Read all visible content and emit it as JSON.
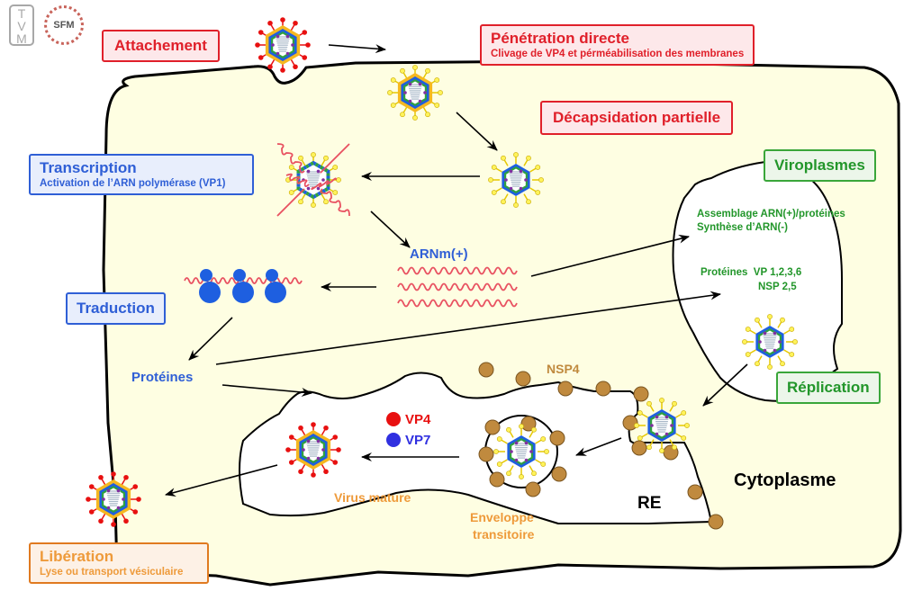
{
  "logos": {
    "tvm": [
      "T",
      "V",
      "M"
    ],
    "sfm": "SFM"
  },
  "steps": {
    "attachement": {
      "title": "Attachement"
    },
    "penetration": {
      "title": "Pénétration directe",
      "subtitle": "Clivage de VP4 et pérméabilisation des membranes"
    },
    "decapsidation": {
      "title": "Décapsidation partielle"
    },
    "transcription": {
      "title": "Transcription",
      "subtitle": "Activation de l’ARN polymérase (VP1)"
    },
    "traduction": {
      "title": "Traduction"
    },
    "viroplasmes": {
      "title": "Viroplasmes"
    },
    "replication": {
      "title": "Réplication"
    },
    "liberation": {
      "title": "Libération",
      "subtitle": "Lyse ou transport vésiculaire"
    }
  },
  "labels": {
    "arnm": "ARNm(+)",
    "proteines": "Protéines",
    "viroplasm_line1": "Assemblage ARN(+)/protéines",
    "viroplasm_line2": "Synthèse d’ARN(-)",
    "viroplasm_prot": "Protéines  VP 1,2,3,6",
    "viroplasm_nsp": "NSP 2,5",
    "nsp4": "NSP4",
    "vp4": "VP4",
    "vp7": "VP7",
    "virus_mature": "Virus mature",
    "enveloppe1": "Enveloppe",
    "enveloppe2": "transitoire",
    "re": "RE",
    "cytoplasme": "Cytoplasme"
  },
  "colors": {
    "cytoplasm": "#fefee2",
    "red_step": "#e0202a",
    "blue_step": "#2f5fd6",
    "green_step": "#22962a",
    "orange_step": "#ee9a3a",
    "nsp4": "#c08a3e",
    "vp4": "#e81010",
    "vp7": "#3030e0",
    "rna": "#e85060"
  },
  "virions": [
    {
      "id": "attaching",
      "layers": "triple",
      "spikes": "vp4-red"
    },
    {
      "id": "penetrating",
      "layers": "double-yellow",
      "spikes": "yellow"
    },
    {
      "id": "decapsidated",
      "layers": "double",
      "spikes": "yellow"
    },
    {
      "id": "transcribing",
      "layers": "dotted",
      "spikes": "yellow"
    },
    {
      "id": "viroplasm",
      "layers": "double",
      "spikes": "yellow"
    },
    {
      "id": "budding",
      "layers": "double",
      "spikes": "yellow"
    },
    {
      "id": "enveloped",
      "layers": "double",
      "spikes": "yellow"
    },
    {
      "id": "mature",
      "layers": "triple",
      "spikes": "vp4-red"
    },
    {
      "id": "released",
      "layers": "triple",
      "spikes": "vp4-red"
    }
  ]
}
